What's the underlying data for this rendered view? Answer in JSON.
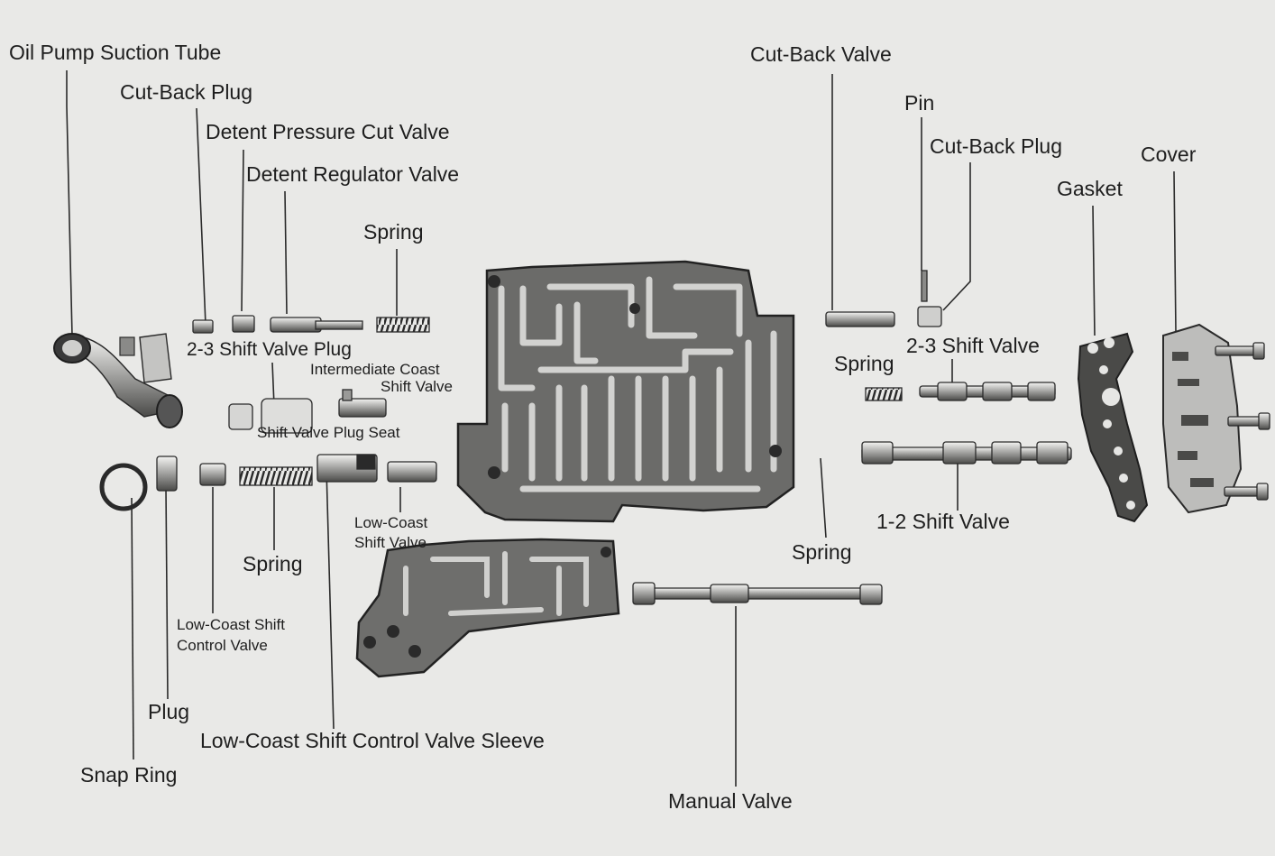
{
  "labels": {
    "oil_pump_suction_tube": "Oil Pump Suction Tube",
    "cut_back_plug_left": "Cut-Back Plug",
    "detent_pressure_cut_valve": "Detent Pressure Cut Valve",
    "detent_regulator_valve": "Detent Regulator Valve",
    "spring_top": "Spring",
    "shift_valve_plug_23": "2-3 Shift Valve Plug",
    "intermediate_coast_line1": "Intermediate Coast",
    "intermediate_coast_line2": "Shift Valve",
    "shift_valve_plug_seat": "Shift Valve Plug Seat",
    "low_coast_valve_line1": "Low-Coast",
    "low_coast_valve_line2": "Shift Valve",
    "spring_mid": "Spring",
    "low_coast_control_line1": "Low-Coast Shift",
    "low_coast_control_line2": "Control Valve",
    "plug": "Plug",
    "low_coast_sleeve": "Low-Coast Shift Control Valve Sleeve",
    "snap_ring": "Snap Ring",
    "cut_back_valve": "Cut-Back Valve",
    "pin": "Pin",
    "cut_back_plug_right": "Cut-Back Plug",
    "cover": "Cover",
    "gasket": "Gasket",
    "spring_right": "Spring",
    "shift_valve_23": "2-3 Shift Valve",
    "shift_valve_12": "1-2 Shift Valve",
    "spring_bottom": "Spring",
    "manual_valve": "Manual Valve"
  }
}
